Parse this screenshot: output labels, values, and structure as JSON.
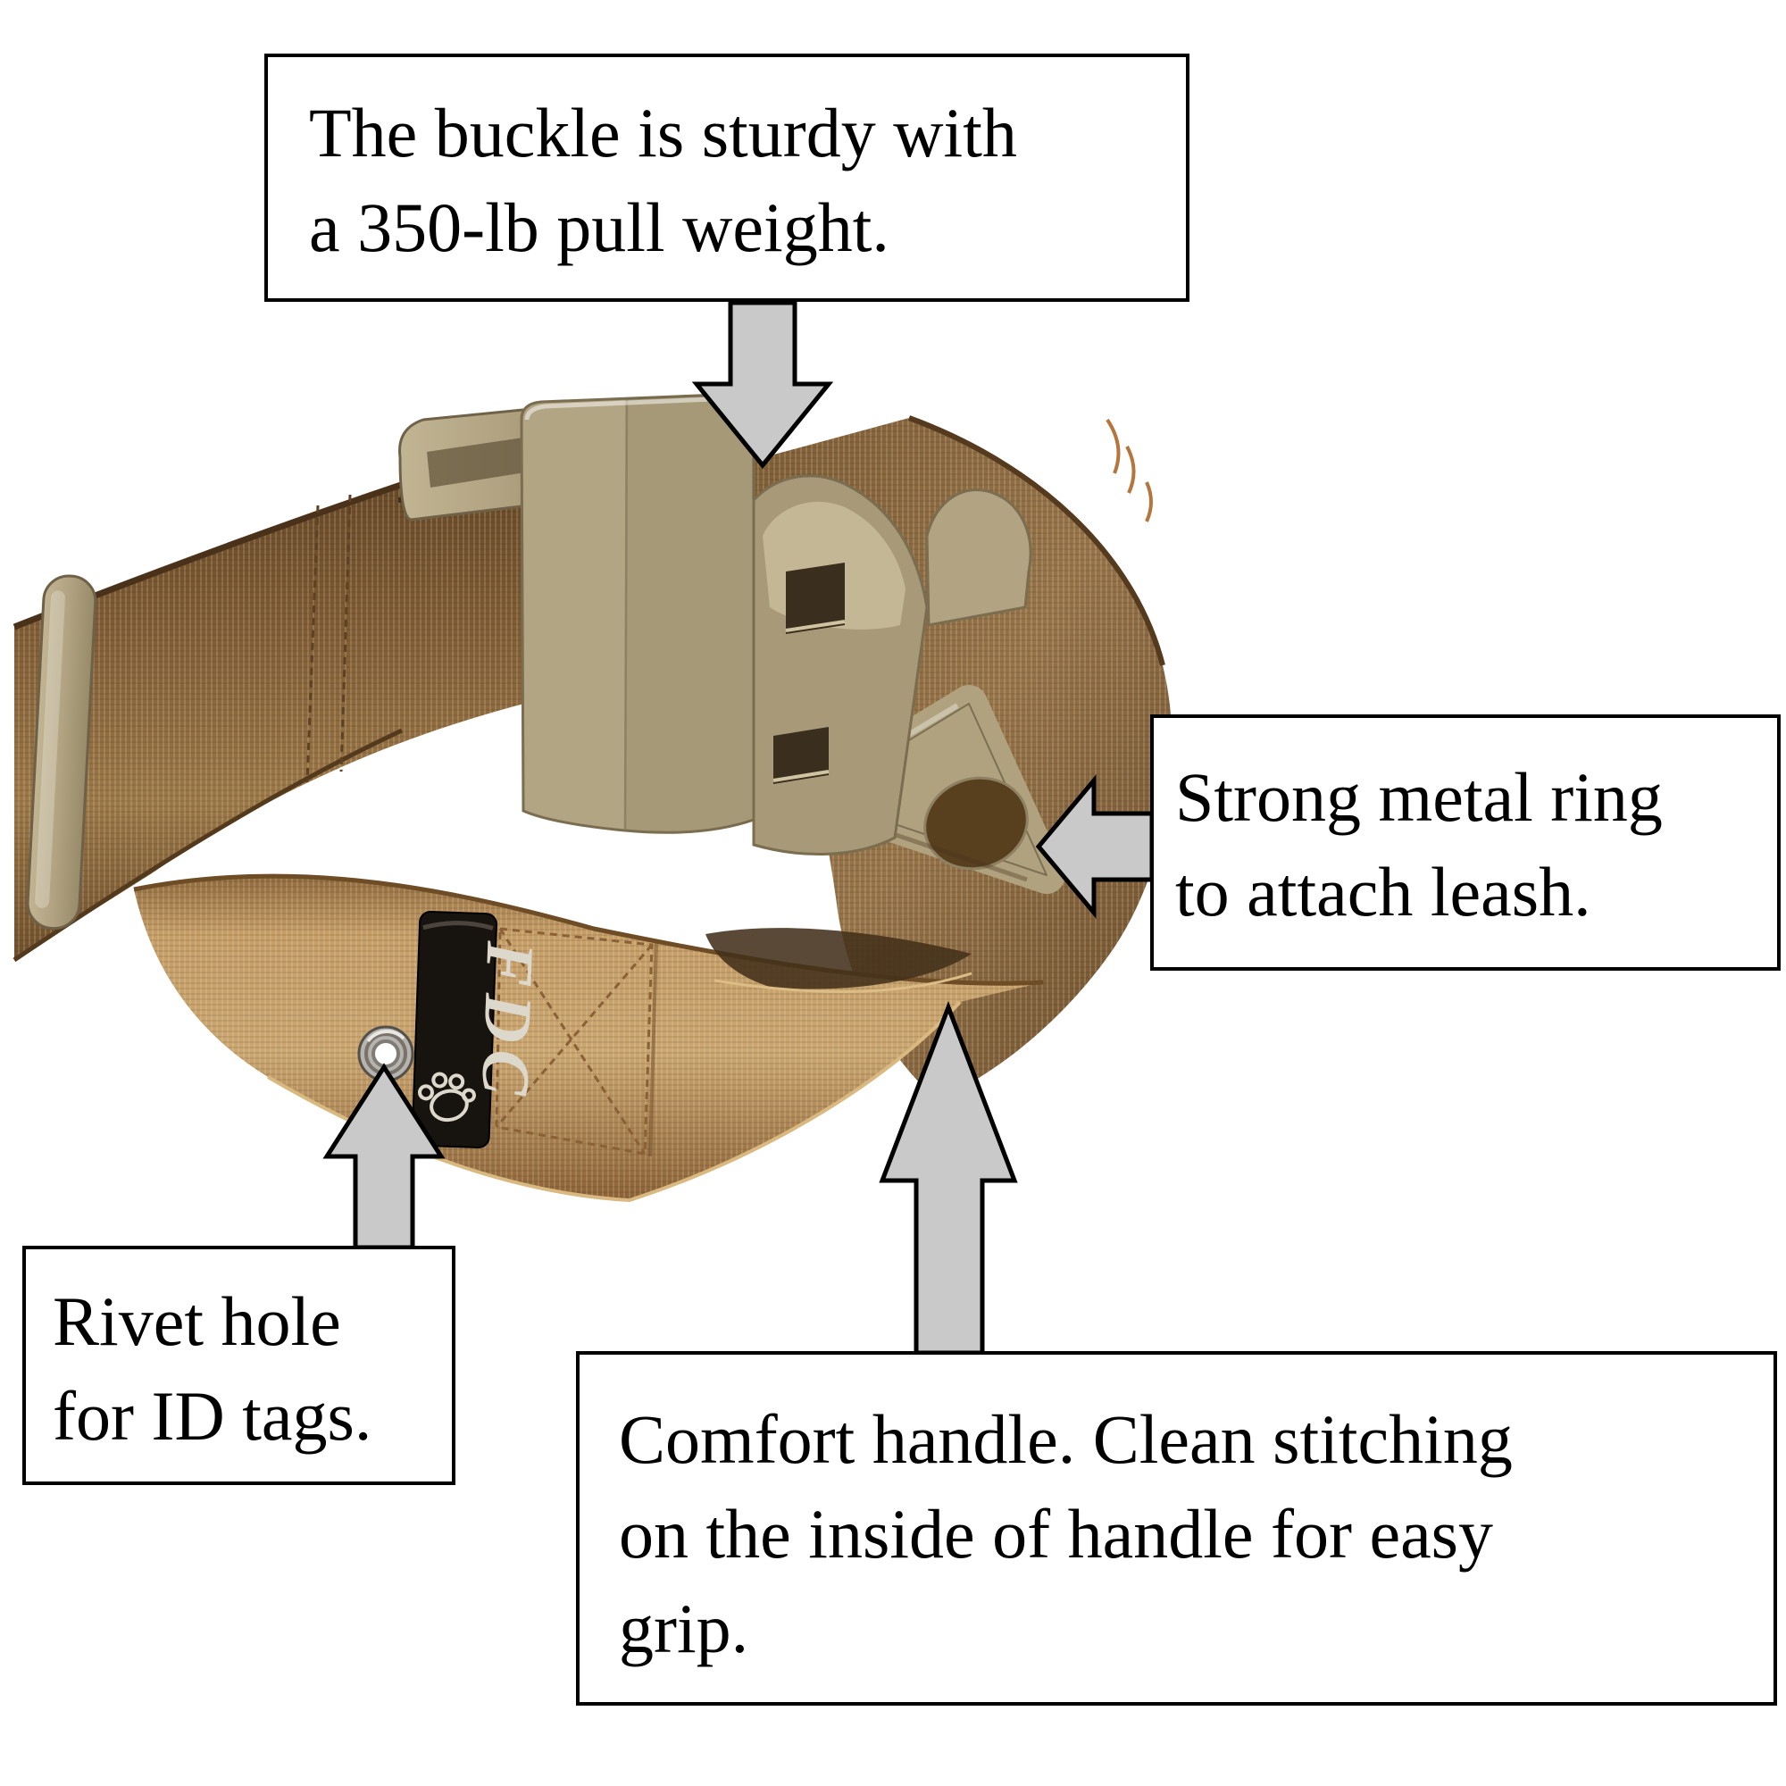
{
  "figure": {
    "type": "annotated-product-photo",
    "subject": "Tactical dog collar in coyote brown with side-release buckle, V-ring, ID tag grommet and comfort handle",
    "background_color": "#ffffff"
  },
  "callouts": [
    {
      "id": "buckle-callout",
      "lines": [
        "The buckle is sturdy with",
        "a 350-lb pull weight."
      ],
      "arrow_direction": "down",
      "target": "buckle"
    },
    {
      "id": "ring-callout",
      "lines": [
        "Strong metal ring",
        "to attach leash."
      ],
      "arrow_direction": "left",
      "target": "metal-v-ring"
    },
    {
      "id": "rivet-callout",
      "lines": [
        "Rivet hole",
        "for ID tags."
      ],
      "arrow_direction": "up",
      "target": "rivet-grommet"
    },
    {
      "id": "handle-callout",
      "lines": [
        "Comfort handle. Clean stitching",
        "on the inside of handle for easy",
        "grip."
      ],
      "arrow_direction": "up",
      "target": "comfort-handle"
    }
  ],
  "product": {
    "tag_label": "FDC",
    "parts": [
      "side-release-buckle",
      "webbing-strap-left",
      "webbing-strap-right",
      "front-webbing-band",
      "slider-triglide",
      "metal-v-ring",
      "ring-strap",
      "fdc-tag",
      "rivet-grommet",
      "comfort-handle",
      "box-x-stitching"
    ]
  },
  "colors": {
    "background": "#ffffff",
    "callout_border": "#000000",
    "callout_text": "#000000",
    "arrow_fill": "#c9c9c9",
    "arrow_outline": "#000000",
    "webbing_dark_brown": "#7d5a34",
    "webbing_light_tan": "#c59e68",
    "hardware_tan": "#b2a584",
    "tag_black": "#17130e",
    "grommet_silver": "#b6b4af"
  }
}
